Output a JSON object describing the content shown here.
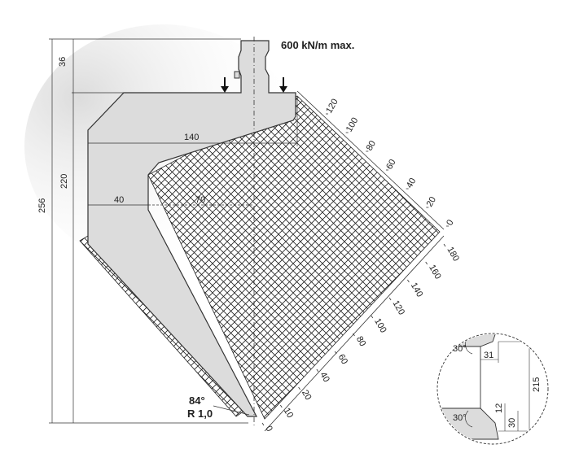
{
  "header": {
    "load_label": "600 kN/m max."
  },
  "dimensions": {
    "d36": "36",
    "d256": "256",
    "d220": "220",
    "d140": "140",
    "d40": "40",
    "d70": "70"
  },
  "tip": {
    "angle": "84°",
    "radius": "R 1,0"
  },
  "diagonal_scale_upper": [
    "120",
    "100",
    "80",
    "60",
    "40",
    "20",
    "0"
  ],
  "diagonal_scale_lower": [
    "180",
    "160",
    "140",
    "120",
    "100",
    "80",
    "60",
    "40",
    "20",
    "10",
    "0"
  ],
  "detail": {
    "angle_top": "30°",
    "angle_bottom": "30°",
    "d31": "31",
    "d215": "215",
    "d12": "12",
    "d30": "30"
  },
  "colors": {
    "tool_fill": "#dcdcdc",
    "line": "#333333",
    "hatch": "#222222"
  }
}
